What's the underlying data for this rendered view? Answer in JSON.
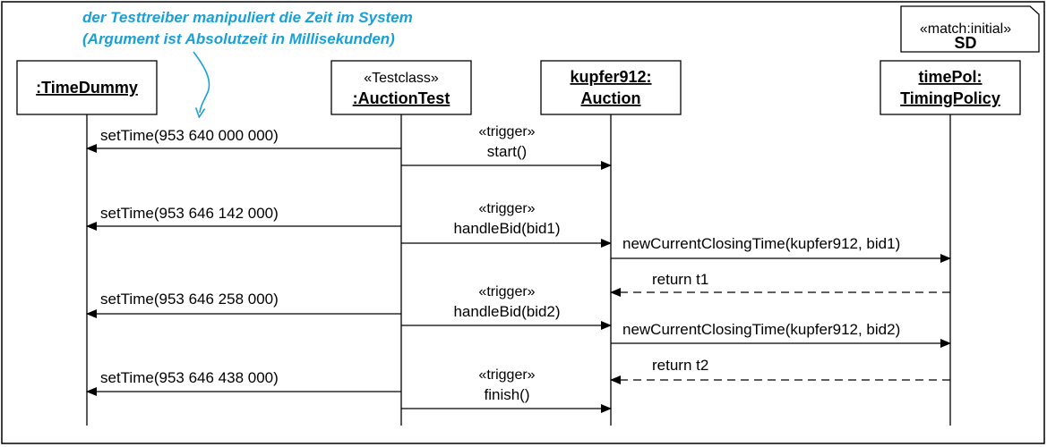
{
  "note": {
    "line1": "der Testtreiber manipuliert die Zeit im System",
    "line2": "(Argument ist Absolutzeit in Millisekunden)"
  },
  "frame": {
    "stereotype": "«match:initial»",
    "name": "SD"
  },
  "lifelines": [
    {
      "id": "timedummy",
      "stereotype": "",
      "lines": [
        ":TimeDummy"
      ]
    },
    {
      "id": "auctiontest",
      "stereotype": "«Testclass»",
      "lines": [
        ":AuctionTest"
      ]
    },
    {
      "id": "auction",
      "stereotype": "",
      "lines": [
        "kupfer912:",
        "Auction"
      ]
    },
    {
      "id": "timingpolicy",
      "stereotype": "",
      "lines": [
        "timePol:",
        "TimingPolicy"
      ]
    }
  ],
  "messages": [
    {
      "from": "auctiontest",
      "to": "timedummy",
      "style": "sync",
      "stereotype": "",
      "label": "setTime(953 640 000 000)"
    },
    {
      "from": "auctiontest",
      "to": "auction",
      "style": "sync",
      "stereotype": "«trigger»",
      "label": "start()"
    },
    {
      "from": "auctiontest",
      "to": "timedummy",
      "style": "sync",
      "stereotype": "",
      "label": "setTime(953 646 142 000)"
    },
    {
      "from": "auctiontest",
      "to": "auction",
      "style": "sync",
      "stereotype": "«trigger»",
      "label": "handleBid(bid1)"
    },
    {
      "from": "auction",
      "to": "timingpolicy",
      "style": "sync",
      "stereotype": "",
      "label": "newCurrentClosingTime(kupfer912, bid1)"
    },
    {
      "from": "timingpolicy",
      "to": "auction",
      "style": "return",
      "stereotype": "",
      "label": "return t1"
    },
    {
      "from": "auctiontest",
      "to": "timedummy",
      "style": "sync",
      "stereotype": "",
      "label": "setTime(953 646 258 000)"
    },
    {
      "from": "auctiontest",
      "to": "auction",
      "style": "sync",
      "stereotype": "«trigger»",
      "label": "handleBid(bid2)"
    },
    {
      "from": "auction",
      "to": "timingpolicy",
      "style": "sync",
      "stereotype": "",
      "label": "newCurrentClosingTime(kupfer912, bid2)"
    },
    {
      "from": "timingpolicy",
      "to": "auction",
      "style": "return",
      "stereotype": "",
      "label": "return t2"
    },
    {
      "from": "auctiontest",
      "to": "timedummy",
      "style": "sync",
      "stereotype": "",
      "label": "setTime(953 646 438 000)"
    },
    {
      "from": "auctiontest",
      "to": "auction",
      "style": "sync",
      "stereotype": "«trigger»",
      "label": "finish()"
    }
  ],
  "colors": {
    "note": "#1aa0d8",
    "line": "#000000"
  }
}
